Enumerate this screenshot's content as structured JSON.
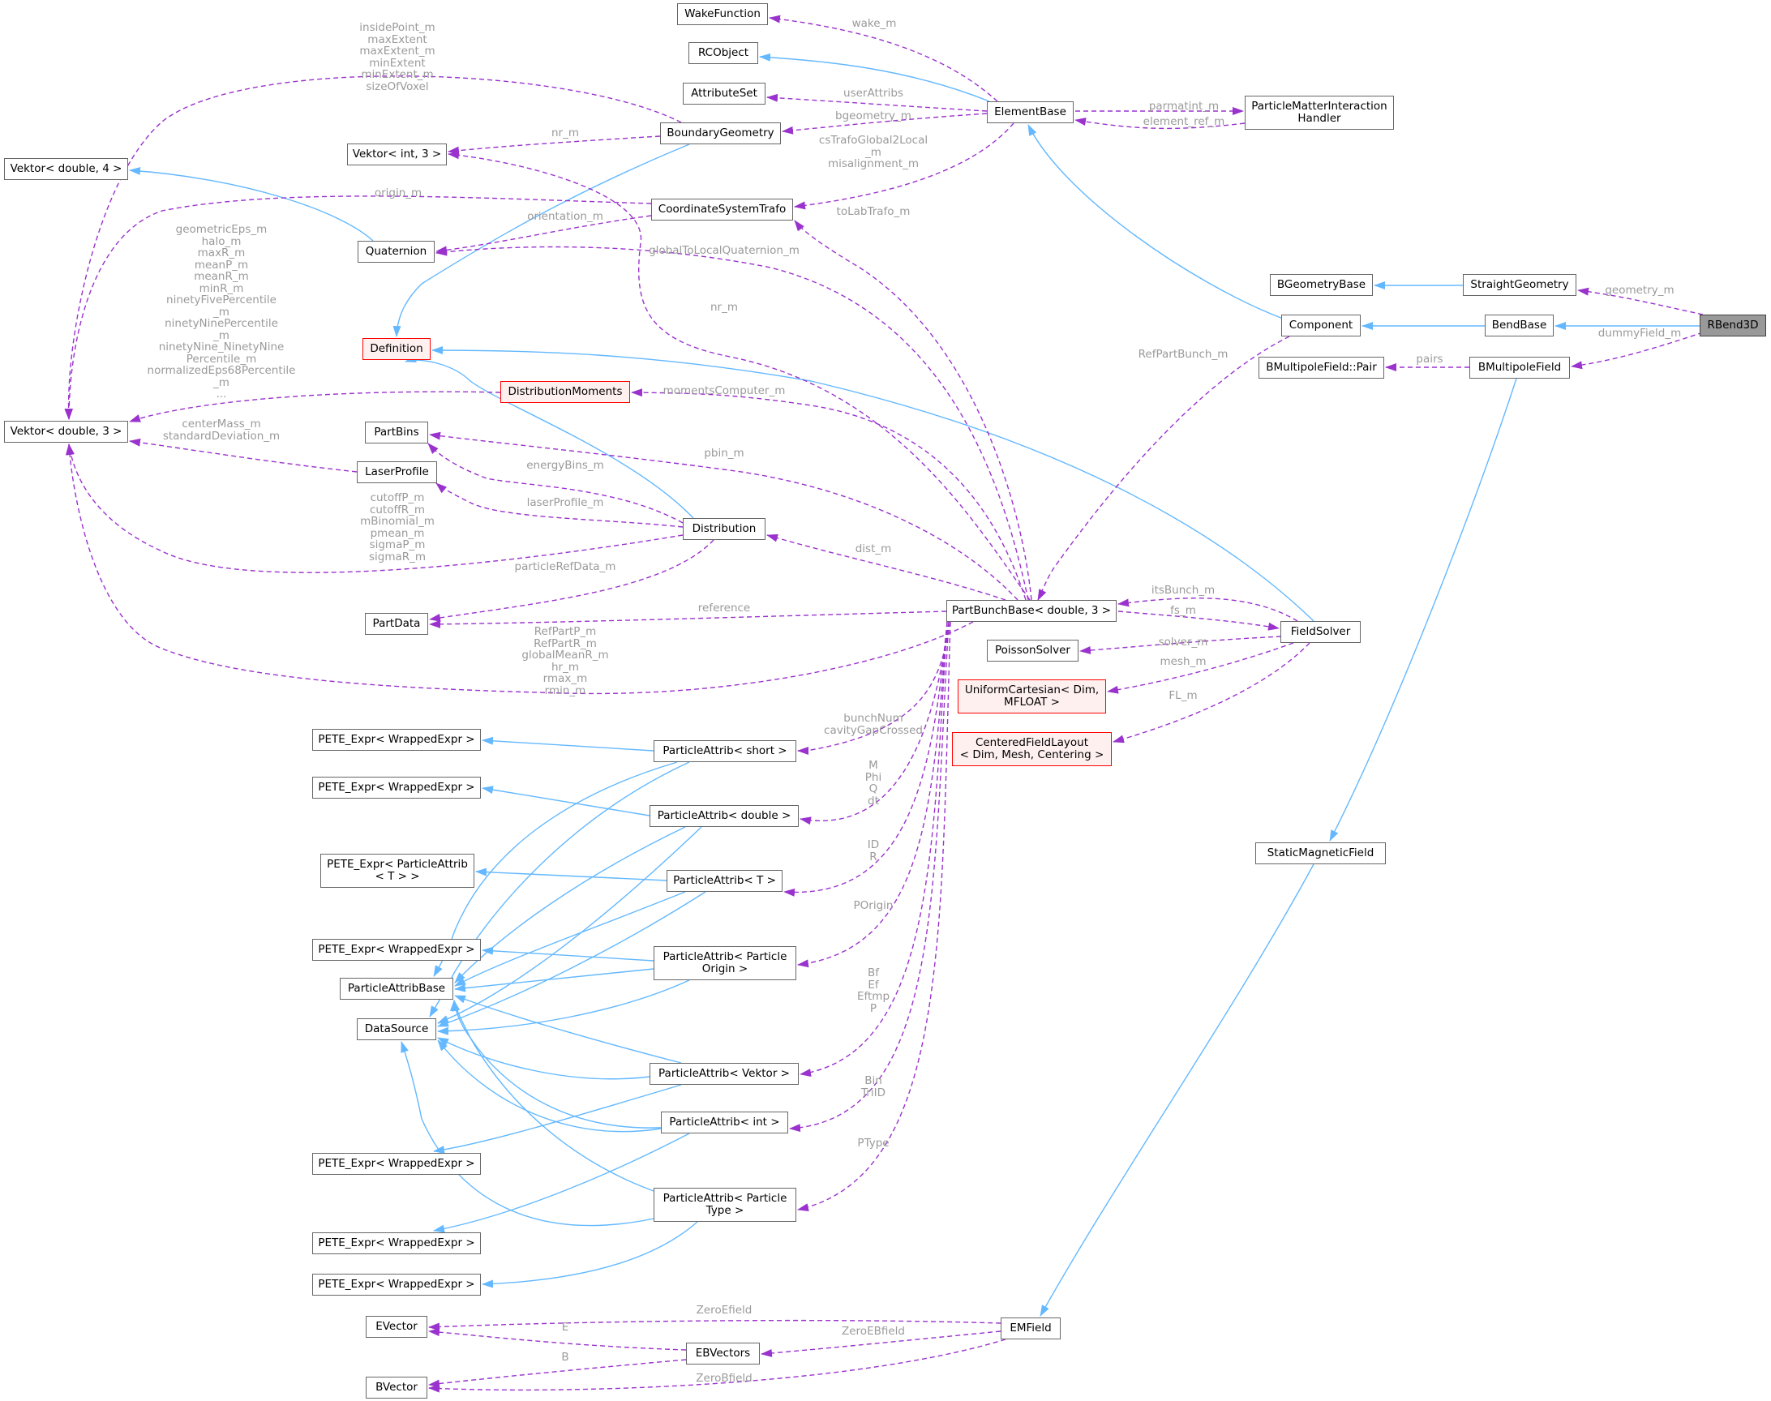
{
  "colors": {
    "inherit": "#63b8ff",
    "usage": "#9a32cd",
    "label": "#9a9a9a",
    "node_border": "#666666",
    "warn_border": "#ff0000",
    "warn_fill": "#fff0f0",
    "focus_fill": "#999999"
  },
  "nodes": {
    "wakefunction": "WakeFunction",
    "rcobject": "RCObject",
    "attributeset": "AttributeSet",
    "elementbase": "ElementBase",
    "particlematter": "ParticleMatterInteraction\nHandler",
    "boundarygeometry": "BoundaryGeometry",
    "vektor_int3": "Vektor< int, 3 >",
    "vektor_d4": "Vektor< double, 4 >",
    "coordsys": "CoordinateSystemTrafo",
    "quaternion": "Quaternion",
    "bgeometrybase": "BGeometryBase",
    "straightgeometry": "StraightGeometry",
    "component": "Component",
    "bendbase": "BendBase",
    "rbend3d": "RBend3D",
    "definition": "Definition",
    "bmultipair": "BMultipoleField::Pair",
    "bmultipolefield": "BMultipoleField",
    "distmoments": "DistributionMoments",
    "vektor_d3": "Vektor< double, 3 >",
    "partbins": "PartBins",
    "laserprofile": "LaserProfile",
    "distribution": "Distribution",
    "partbunchbase": "PartBunchBase< double, 3 >",
    "partdata": "PartData",
    "fieldsolver": "FieldSolver",
    "poissonsolver": "PoissonSolver",
    "uniformcartesian": "UniformCartesian< Dim,\nMFLOAT >",
    "centeredfield": "CenteredFieldLayout\n< Dim, Mesh, Centering >",
    "pete1": "PETE_Expr< WrappedExpr >",
    "pa_short": "ParticleAttrib< short >",
    "pete2": "PETE_Expr< WrappedExpr >",
    "pa_double": "ParticleAttrib< double >",
    "pete_pa": "PETE_Expr< ParticleAttrib\n< T > >",
    "pa_t": "ParticleAttrib< T >",
    "staticmag": "StaticMagneticField",
    "pete3": "PETE_Expr< WrappedExpr >",
    "pa_origin": "ParticleAttrib< Particle\nOrigin >",
    "pabase": "ParticleAttribBase",
    "datasource": "DataSource",
    "pa_vektor": "ParticleAttrib< Vektor >",
    "pa_int": "ParticleAttrib< int >",
    "pete4": "PETE_Expr< WrappedExpr >",
    "pa_type": "ParticleAttrib< Particle\nType >",
    "pete5": "PETE_Expr< WrappedExpr >",
    "pete6": "PETE_Expr< WrappedExpr >",
    "evector": "EVector",
    "emfield": "EMField",
    "ebvectors": "EBVectors",
    "bvector": "BVector"
  },
  "labels": {
    "wake": "wake_m",
    "userattribs": "userAttribs",
    "bgeometry": "bgeometry_m",
    "parmatint": "parmatint_m",
    "elementref": "element_ref_m",
    "nr_top": "nr_m",
    "cstrafo": "csTrafoGlobal2Local\n_m\nmisalignment_m",
    "insidepoint": "insidePoint_m\nmaxExtent\nmaxExtent_m\nminExtent\nminExtent_m\nsizeOfVoxel",
    "origin": "origin_m",
    "orientation": "orientation_m",
    "tolab": "toLabTrafo_m",
    "globaltolocal": "globalToLocalQuaternion_m",
    "nr_mid": "nr_m",
    "geometry": "geometry_m",
    "refpartbunch": "RefPartBunch_m",
    "dummyfield": "dummyField_m",
    "pairs": "pairs",
    "geometriceps": "geometricEps_m\nhalo_m\nmaxR_m\nmeanP_m\nmeanR_m\nminR_m\nninetyFivePercentile\n_m\nninetyNinePercentile\n_m\nninetyNine_NinetyNine\nPercentile_m\nnormalizedEps68Percentile\n_m\n...",
    "momentscomputer": "momentsComputer_m",
    "centermass": "centerMass_m\nstandardDeviation_m",
    "pbin": "pbin_m",
    "energybins": "energyBins_m",
    "laserprofile": "laserProfile_m",
    "cutoff": "cutoffP_m\ncutoffR_m\nmBinomial_m\npmean_m\nsigmaP_m\nsigmaR_m",
    "dist": "dist_m",
    "particlerefdata": "particleRefData_m",
    "itsbunch": "itsBunch_m",
    "reference": "reference",
    "fs": "fs_m",
    "solver": "solver_m",
    "refpart": "RefPartP_m\nRefPartR_m\nglobalMeanR_m\nhr_m\nrmax_m\nrmin_m",
    "mesh": "mesh_m",
    "fl": "FL_m",
    "bunchnum": "bunchNum\ncavityGapCrossed",
    "mphi": "M\nPhi\nQ\ndt",
    "idr": "ID\nR",
    "porigin": "POrigin",
    "bfef": "Bf\nEf\nEftmp\nP",
    "bintriid": "Bin\nTriID",
    "ptype": "PType",
    "zeroefield": "ZeroEfield",
    "e": "E",
    "zeroebfield": "ZeroEBfield",
    "b": "B",
    "zerobfield": "ZeroBfield"
  }
}
